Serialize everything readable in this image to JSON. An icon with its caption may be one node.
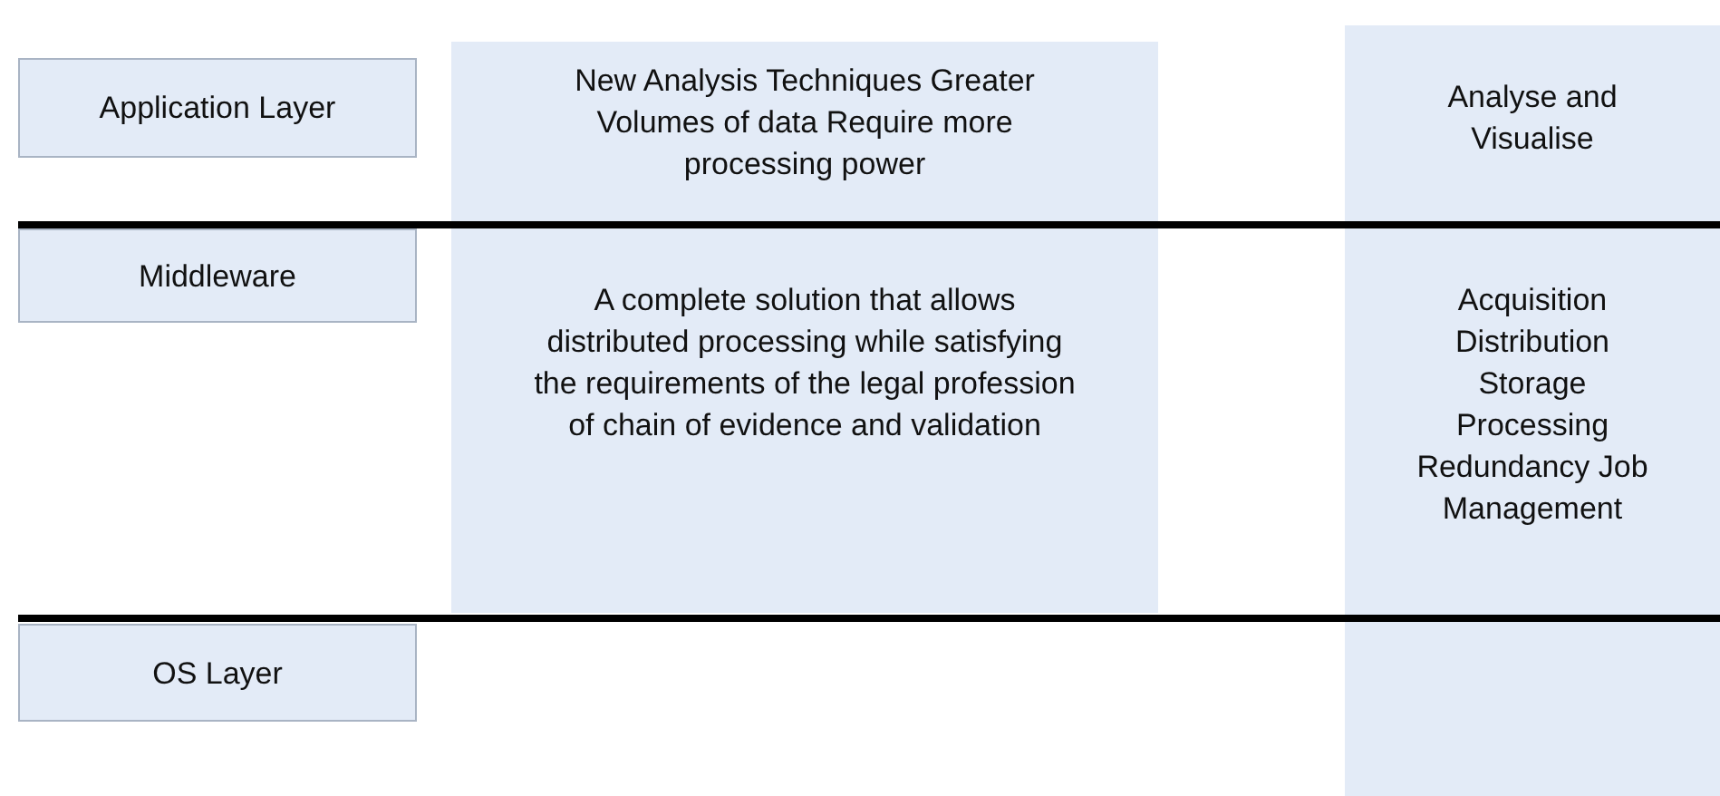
{
  "diagram": {
    "nodes": [
      {
        "text": [
          "Application Layer"
        ]
      },
      {
        "text": [
          "New Analysis Techniques Greater Volumes of data Require more processing power"
        ]
      },
      {
        "text": [
          "Analyse and Visualise"
        ]
      },
      {
        "text": [
          "Middleware"
        ]
      },
      {
        "text": [
          "A complete solution that allows distributed processing while satisfying the requirements of the legal profession of chain of evidence and validation"
        ]
      },
      {
        "text": [
          "Acquisition Distribution Storage Processing Redundancy Job Management"
        ]
      },
      {
        "text": [
          "OS Layer"
        ]
      },
      {
        "text": [],
        "shape": "box"
      }
    ],
    "edges": []
  }
}
